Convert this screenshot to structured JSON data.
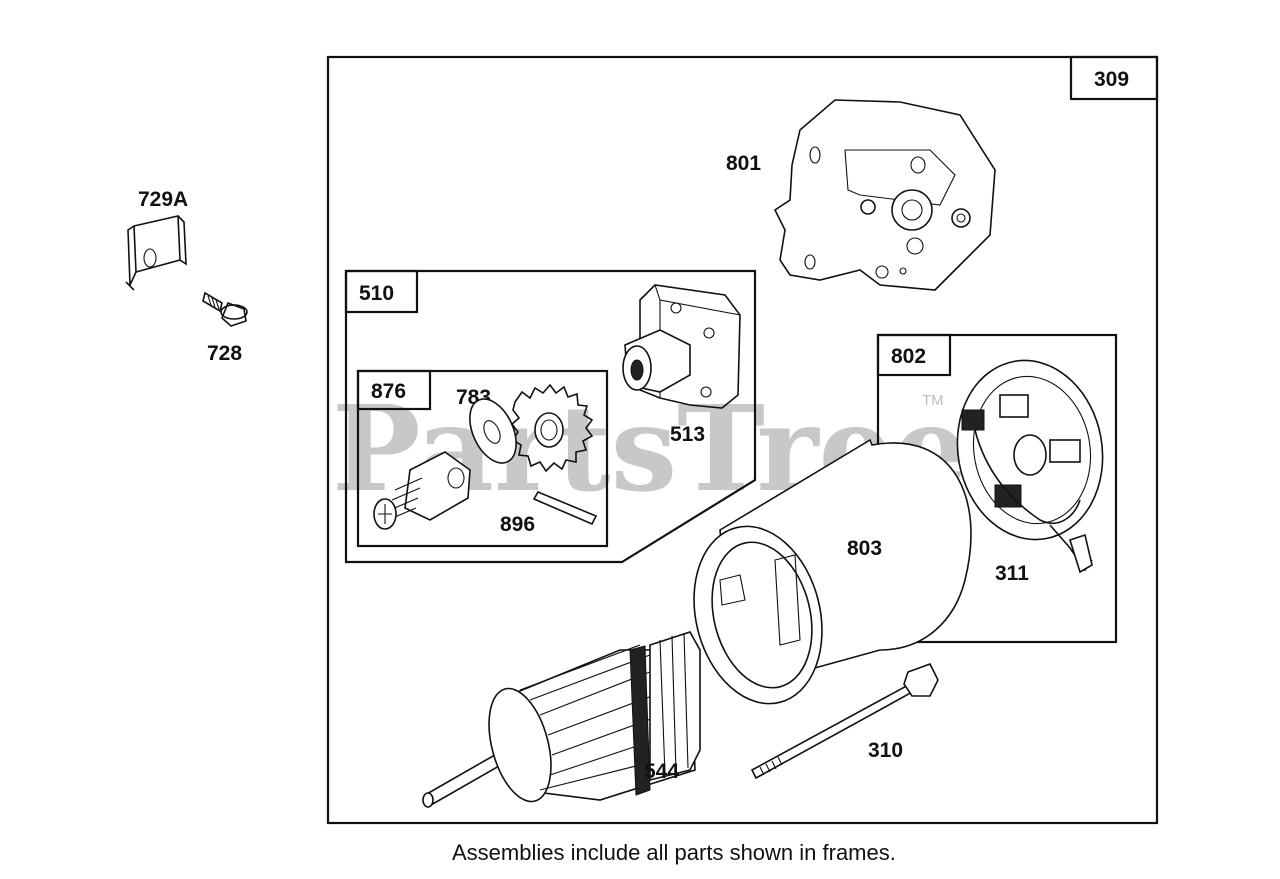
{
  "watermark": {
    "text": "PartsTree",
    "tm": "TM"
  },
  "caption": "Assemblies include all parts shown in frames.",
  "frames": {
    "outer": "309",
    "starter_drive": "510",
    "drive_kit": "876",
    "brush_assembly": "802"
  },
  "parts": {
    "p729a": "729A",
    "p728": "728",
    "p801": "801",
    "p513": "513",
    "p783": "783",
    "p896": "896",
    "p803": "803",
    "p311": "311",
    "p310": "310",
    "p544": "544"
  }
}
